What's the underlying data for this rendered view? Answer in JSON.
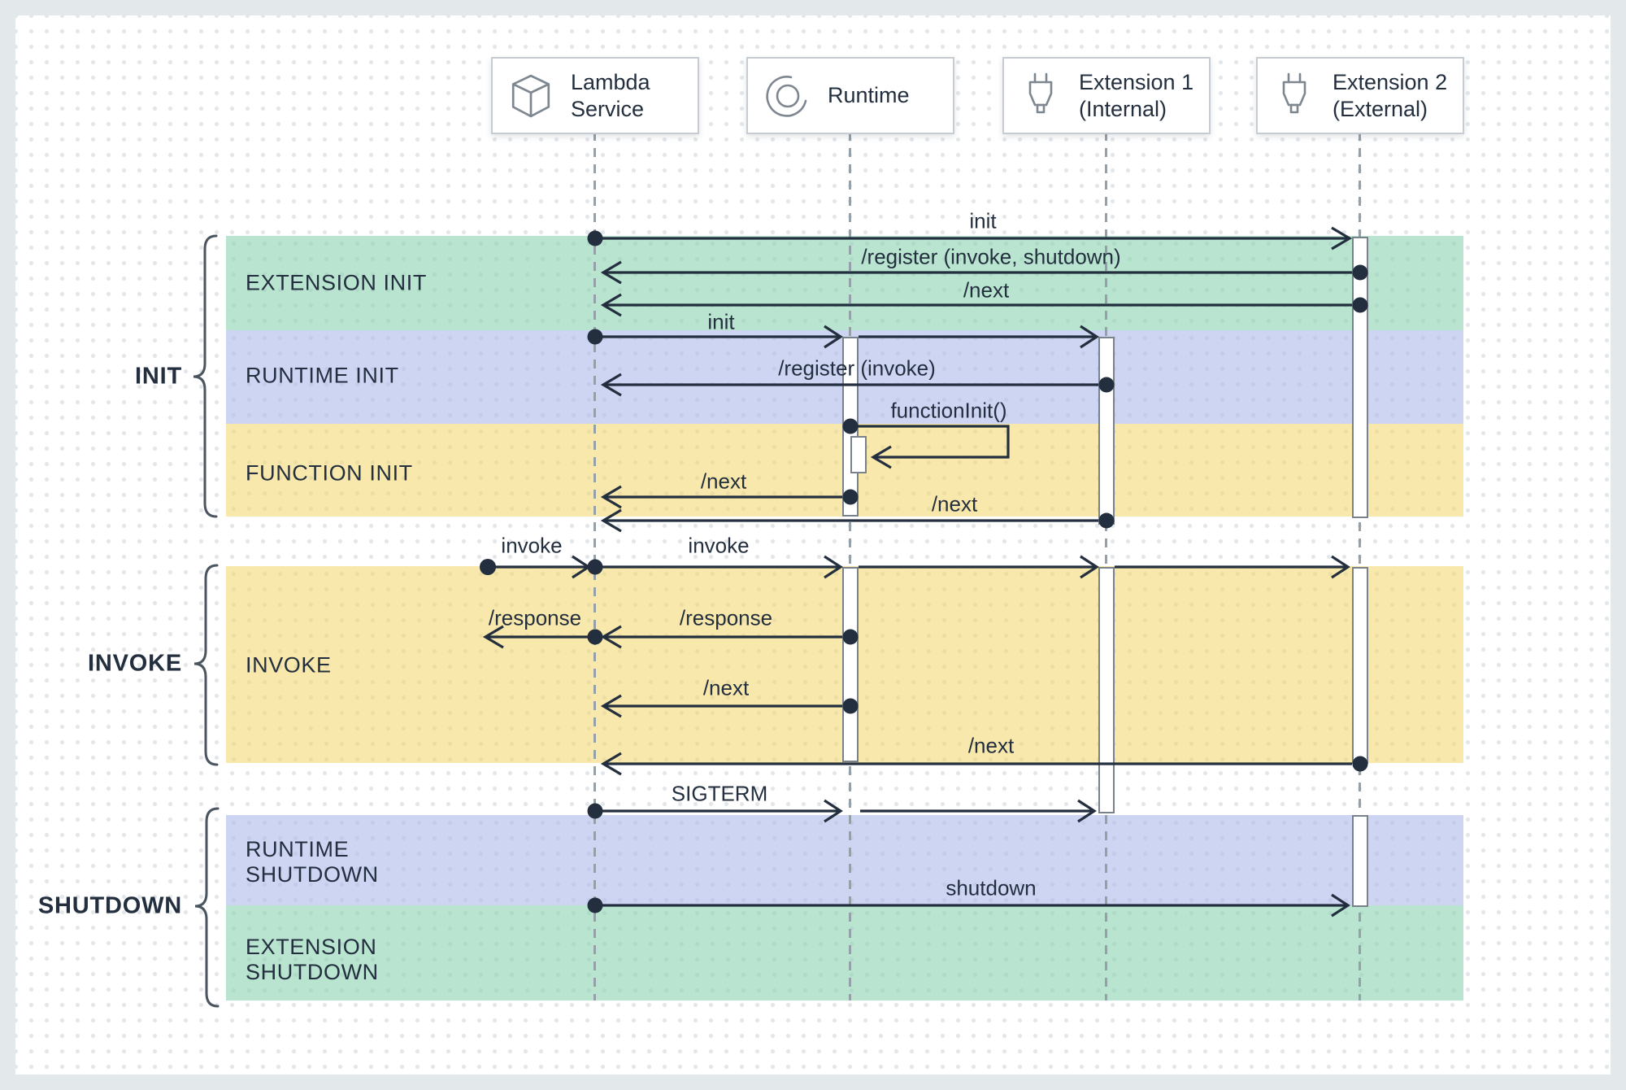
{
  "participants": [
    {
      "label": "Lambda\nService",
      "icon": "lambda-cube-icon"
    },
    {
      "label": "Runtime",
      "icon": "runtime-icon"
    },
    {
      "label": "Extension 1\n(Internal)",
      "icon": "plug-icon"
    },
    {
      "label": "Extension 2\n(External)",
      "icon": "plug-icon"
    }
  ],
  "sections": {
    "init": {
      "label": "INIT",
      "rows": [
        {
          "label": "EXTENSION INIT"
        },
        {
          "label": "RUNTIME INIT"
        },
        {
          "label": "FUNCTION INIT"
        }
      ]
    },
    "invoke": {
      "label": "INVOKE",
      "rows": [
        {
          "label": "INVOKE"
        }
      ]
    },
    "shutdown": {
      "label": "SHUTDOWN",
      "rows": [
        {
          "label": "RUNTIME\nSHUTDOWN"
        },
        {
          "label": "EXTENSION\nSHUTDOWN"
        }
      ]
    }
  },
  "messages": {
    "init_ext": "init",
    "register_invoke_shutdown": "/register (invoke, shutdown)",
    "next_extension_init": "/next",
    "init_runtime": "init",
    "register_invoke": "/register (invoke)",
    "function_init": "functionInit()",
    "next_runtime_init": "/next",
    "next_ext1_init": "/next",
    "invoke_in": "invoke",
    "invoke_fanout": "invoke",
    "response_runtime": "/response",
    "response_out": "/response",
    "next_invoke_runtime": "/next",
    "next_invoke_ext2": "/next",
    "sigterm": "SIGTERM",
    "shutdown_msg": "shutdown"
  },
  "colors": {
    "extension_band": "#b8e4d0",
    "runtime_band": "#cdd5f3",
    "function_band": "#f9e8ab",
    "ink": "#232f3e",
    "canvas": "#ffffff",
    "frame": "#e3e8eb"
  }
}
